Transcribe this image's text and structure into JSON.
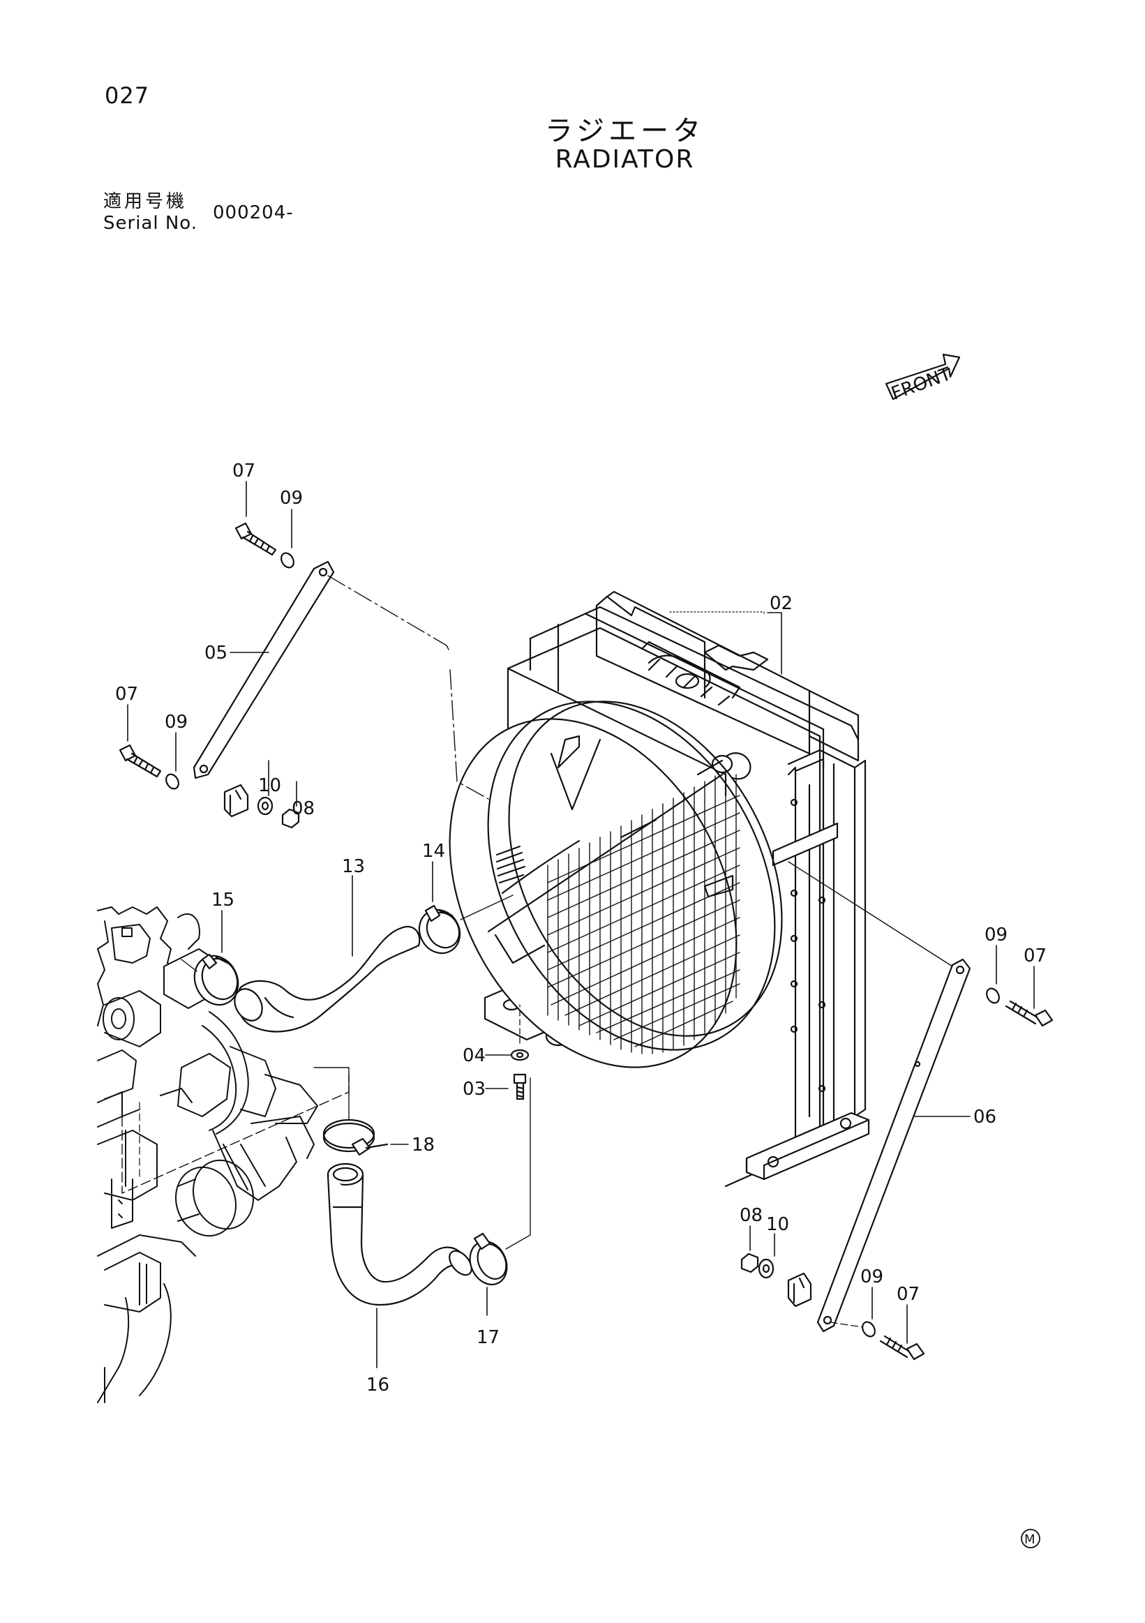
{
  "header": {
    "page_number": "027",
    "title_jp": "ラジエータ",
    "title_en": "RADIATOR",
    "serial_label_jp": "適用号機",
    "serial_label_en": "Serial No.",
    "serial_value": "000204-"
  },
  "front_arrow": {
    "label": "FRONT"
  },
  "callouts": {
    "c02": "02",
    "c03": "03",
    "c04": "04",
    "c05": "05",
    "c06": "06",
    "c07a": "07",
    "c07b": "07",
    "c07c": "07",
    "c07d": "07",
    "c08a": "08",
    "c08b": "08",
    "c09a": "09",
    "c09b": "09",
    "c09c": "09",
    "c09d": "09",
    "c10a": "10",
    "c10b": "10",
    "c13": "13",
    "c14": "14",
    "c15": "15",
    "c16": "16",
    "c17": "17",
    "c18": "18"
  },
  "footer": {
    "mark": "M"
  }
}
